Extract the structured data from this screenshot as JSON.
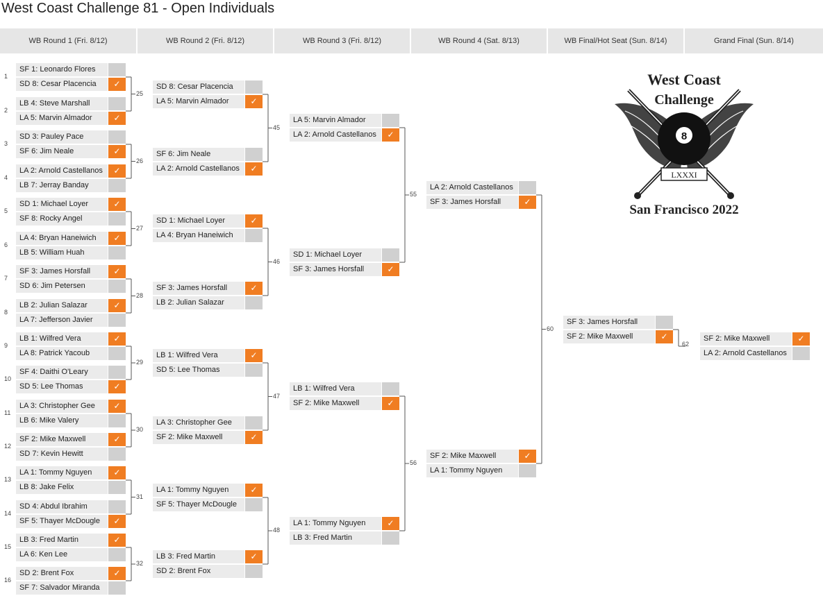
{
  "title": "West Coast Challenge 81 - Open Individuals",
  "rounds": [
    "WB Round 1 (Fri. 8/12)",
    "WB Round 2 (Fri. 8/12)",
    "WB Round 3 (Fri. 8/12)",
    "WB Round 4 (Sat. 8/13)",
    "WB Final/Hot Seat (Sun. 8/14)",
    "Grand Final (Sun. 8/14)"
  ],
  "check_mark": "✓",
  "colors": {
    "winner": "#f07d22",
    "loser": "#d0d0d0",
    "slot_bg": "#ebebeb",
    "header_bg": "#e6e6e6"
  },
  "logo": {
    "line1": "West Coast",
    "line2": "Challenge",
    "ball": "8",
    "numeral": "LXXXI",
    "city": "San Francisco 2022"
  },
  "r1": [
    {
      "seed": "1",
      "game": "25",
      "p1": "SF 1: Leonardo Flores",
      "p2": "SD 8: Cesar Placencia",
      "w": 2
    },
    {
      "seed": "2",
      "game": "25",
      "p1": "LB 4: Steve Marshall",
      "p2": "LA 5: Marvin Almador",
      "w": 2
    },
    {
      "seed": "3",
      "game": "26",
      "p1": "SD 3: Pauley Pace",
      "p2": "SF 6: Jim Neale",
      "w": 2
    },
    {
      "seed": "4",
      "game": "26",
      "p1": "LA 2: Arnold Castellanos",
      "p2": "LB 7: Jerray Banday",
      "w": 1
    },
    {
      "seed": "5",
      "game": "27",
      "p1": "SD 1: Michael Loyer",
      "p2": "SF 8: Rocky Angel",
      "w": 1
    },
    {
      "seed": "6",
      "game": "27",
      "p1": "LA 4: Bryan Haneiwich",
      "p2": "LB 5: William Huah",
      "w": 1
    },
    {
      "seed": "7",
      "game": "28",
      "p1": "SF 3: James Horsfall",
      "p2": "SD 6: Jim Petersen",
      "w": 1
    },
    {
      "seed": "8",
      "game": "28",
      "p1": "LB 2: Julian Salazar",
      "p2": "LA 7: Jefferson Javier",
      "w": 1
    },
    {
      "seed": "9",
      "game": "29",
      "p1": "LB 1: Wilfred Vera",
      "p2": "LA 8: Patrick Yacoub",
      "w": 1
    },
    {
      "seed": "10",
      "game": "29",
      "p1": "SF 4: Daithi O'Leary",
      "p2": "SD 5: Lee Thomas",
      "w": 2
    },
    {
      "seed": "11",
      "game": "30",
      "p1": "LA 3: Christopher Gee",
      "p2": "LB 6: Mike Valery",
      "w": 1
    },
    {
      "seed": "12",
      "game": "30",
      "p1": "SF 2: Mike Maxwell",
      "p2": "SD 7: Kevin Hewitt",
      "w": 1
    },
    {
      "seed": "13",
      "game": "31",
      "p1": "LA 1: Tommy Nguyen",
      "p2": "LB 8: Jake Felix",
      "w": 1
    },
    {
      "seed": "14",
      "game": "31",
      "p1": "SD 4: Abdul Ibrahim",
      "p2": "SF 5: Thayer McDougle",
      "w": 2
    },
    {
      "seed": "15",
      "game": "32",
      "p1": "LB 3: Fred Martin",
      "p2": "LA 6: Ken Lee",
      "w": 1
    },
    {
      "seed": "16",
      "game": "32",
      "p1": "SD 2: Brent Fox",
      "p2": "SF 7: Salvador Miranda",
      "w": 1
    }
  ],
  "r2": [
    {
      "game": "45",
      "p1": "SD 8: Cesar Placencia",
      "p2": "LA 5: Marvin Almador",
      "w": 2
    },
    {
      "game": "45",
      "p1": "SF 6: Jim Neale",
      "p2": "LA 2: Arnold Castellanos",
      "w": 2
    },
    {
      "game": "46",
      "p1": "SD 1: Michael Loyer",
      "p2": "LA 4: Bryan Haneiwich",
      "w": 1
    },
    {
      "game": "46",
      "p1": "SF 3: James Horsfall",
      "p2": "LB 2: Julian Salazar",
      "w": 1
    },
    {
      "game": "47",
      "p1": "LB 1: Wilfred Vera",
      "p2": "SD 5: Lee Thomas",
      "w": 1
    },
    {
      "game": "47",
      "p1": "LA 3: Christopher Gee",
      "p2": "SF 2: Mike Maxwell",
      "w": 2
    },
    {
      "game": "48",
      "p1": "LA 1: Tommy Nguyen",
      "p2": "SF 5: Thayer McDougle",
      "w": 1
    },
    {
      "game": "48",
      "p1": "LB 3: Fred Martin",
      "p2": "SD 2: Brent Fox",
      "w": 1
    }
  ],
  "r3": [
    {
      "game": "55",
      "p1": "LA 5: Marvin Almador",
      "p2": "LA 2: Arnold Castellanos",
      "w": 2
    },
    {
      "game": "55",
      "p1": "SD 1: Michael Loyer",
      "p2": "SF 3: James Horsfall",
      "w": 2
    },
    {
      "game": "56",
      "p1": "LB 1: Wilfred Vera",
      "p2": "SF 2: Mike Maxwell",
      "w": 2
    },
    {
      "game": "56",
      "p1": "LA 1: Tommy Nguyen",
      "p2": "LB 3: Fred Martin",
      "w": 1
    }
  ],
  "r4": [
    {
      "game": "60",
      "p1": "LA 2: Arnold Castellanos",
      "p2": "SF 3: James Horsfall",
      "w": 2
    },
    {
      "game": "60",
      "p1": "SF 2: Mike Maxwell",
      "p2": "LA 1: Tommy Nguyen",
      "w": 1
    }
  ],
  "r5": [
    {
      "game": "62",
      "p1": "SF 3: James Horsfall",
      "p2": "SF 2: Mike Maxwell",
      "w": 2
    }
  ],
  "r6": [
    {
      "game": "",
      "p1": "SF 2: Mike Maxwell",
      "p2": "LA 2: Arnold Castellanos",
      "w": 1
    }
  ]
}
